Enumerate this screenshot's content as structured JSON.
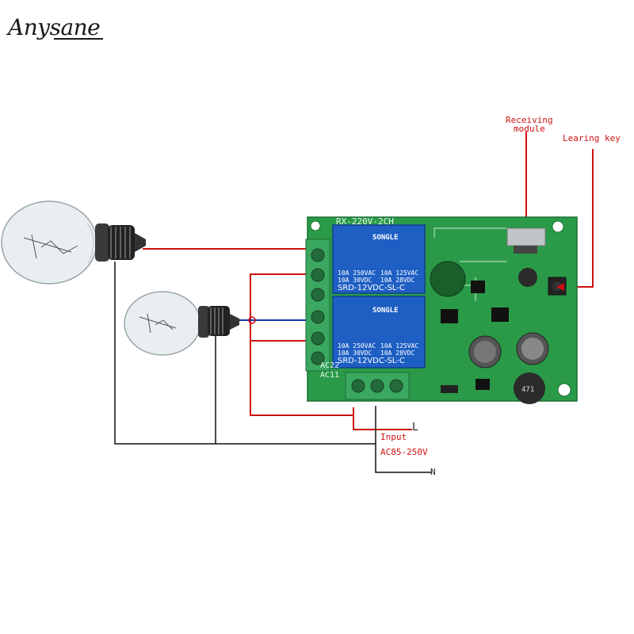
{
  "brand": {
    "logo_text": "Anysane"
  },
  "labels": {
    "receiving_module_line1": "Receiving",
    "receiving_module_line2": "module",
    "learning_key": "Learing key",
    "input": "Input",
    "voltage": "AC85-250V",
    "live": "L",
    "neutral": "N"
  },
  "board": {
    "model": "RX-220V-2CH",
    "terminal_label_1": "AC22",
    "terminal_label_2": "AC11",
    "relays": [
      {
        "brand": "SONGLE",
        "rating_left_1": "10A 250VAC",
        "rating_right_1": "10A 125VAC",
        "rating_left_2": "10A  30VDC",
        "rating_right_2": "10A  28VDC",
        "part": "SRD-12VDC-SL-C"
      },
      {
        "brand": "SONGLE",
        "rating_left_1": "10A 250VAC",
        "rating_right_1": "10A 125VAC",
        "rating_left_2": "10A  30VDC",
        "rating_right_2": "10A  28VDC",
        "part": "SRD-12VDC-SL-C"
      }
    ],
    "inductor_code": "471"
  },
  "colors": {
    "wire_red": "#cc1111",
    "wire_blue": "#1133aa",
    "wire_black": "#111111",
    "pcb_green": "#2a9a48",
    "relay_blue": "#1f5fc4",
    "terminal_green": "#3aa860"
  }
}
